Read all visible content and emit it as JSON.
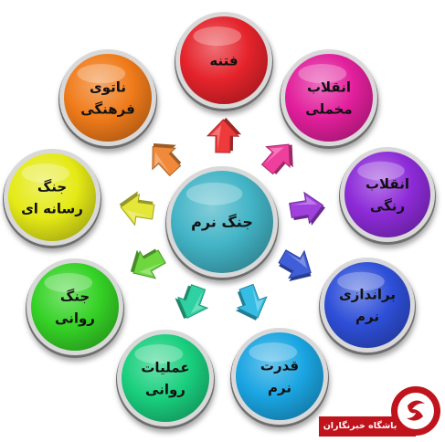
{
  "center": {
    "label": "جنگ نرم",
    "color": "#42b4c6"
  },
  "nodes": [
    {
      "id": "fitne",
      "lines": [
        "فتنه"
      ],
      "color": "#e5232b"
    },
    {
      "id": "velvet",
      "lines": [
        "انقلاب",
        "مخملی"
      ],
      "color": "#e21f9c"
    },
    {
      "id": "color-rev",
      "lines": [
        "انقلاب",
        "رنگی"
      ],
      "color": "#8d2bd8"
    },
    {
      "id": "overthrow",
      "lines": [
        "براندازی",
        "نرم"
      ],
      "color": "#2e4fd8"
    },
    {
      "id": "soft-power",
      "lines": [
        "قدرت",
        "نرم"
      ],
      "color": "#1aa5e2"
    },
    {
      "id": "psyops",
      "lines": [
        "عملیات",
        "روانی"
      ],
      "color": "#19cf7e"
    },
    {
      "id": "psy-war",
      "lines": [
        "جنگ",
        "روانی"
      ],
      "color": "#35d226"
    },
    {
      "id": "media-war",
      "lines": [
        "جنگ",
        "رسانه ای"
      ],
      "color": "#e5ea16"
    },
    {
      "id": "cultural-nato",
      "lines": [
        "ناتوی",
        "فرهنگی"
      ],
      "color": "#f07b1a"
    }
  ],
  "arrows": [
    {
      "target": "fitne",
      "color": "#ee3a3a"
    },
    {
      "target": "velvet",
      "color": "#ee3f9c"
    },
    {
      "target": "color-rev",
      "color": "#a041de"
    },
    {
      "target": "overthrow",
      "color": "#3f5ed8"
    },
    {
      "target": "soft-power",
      "color": "#36bde4"
    },
    {
      "target": "psyops",
      "color": "#2fd0a2"
    },
    {
      "target": "psy-war",
      "color": "#6ed73e"
    },
    {
      "target": "media-war",
      "color": "#e4e63a"
    },
    {
      "target": "cultural-nato",
      "color": "#f08a3a"
    }
  ],
  "watermark": {
    "text": "باشگاه خبرنگاران",
    "color": "#c0141d"
  }
}
